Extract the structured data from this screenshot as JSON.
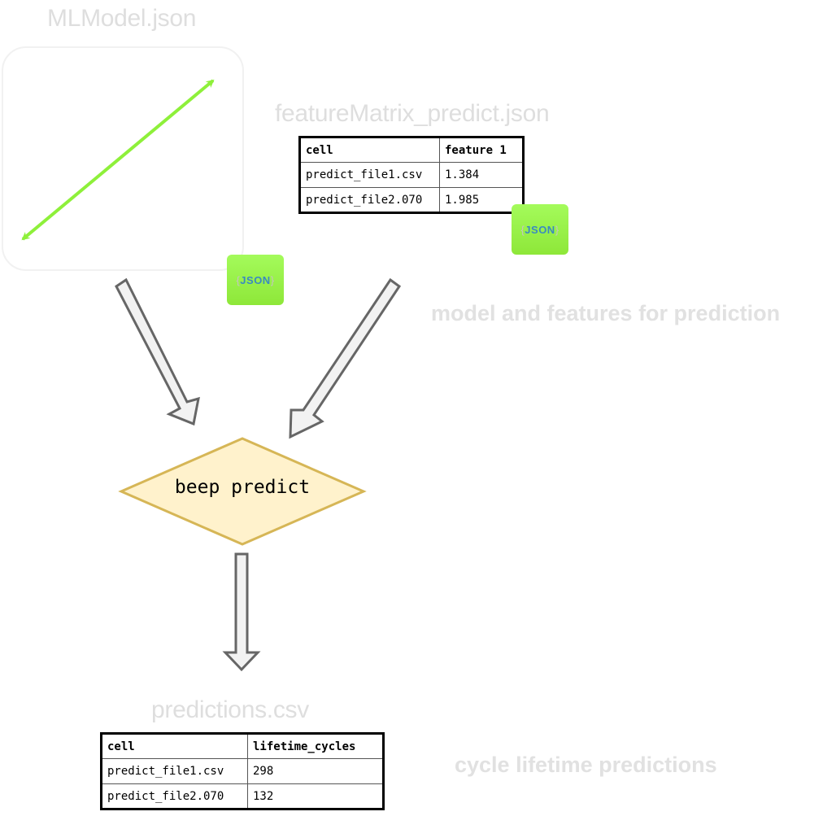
{
  "model_file": {
    "title": "MLModel.json",
    "badge": {
      "open": "{",
      "text": "JSON",
      "close": "}"
    }
  },
  "feature_file": {
    "title": "featureMatrix_predict.json",
    "headers": [
      "cell",
      "feature 1"
    ],
    "rows": [
      [
        "predict_file1.csv",
        "1.384"
      ],
      [
        "predict_file2.070",
        "1.985"
      ]
    ],
    "badge": {
      "open": "{",
      "text": "JSON",
      "close": "}"
    }
  },
  "caption_inputs": "model and features for prediction",
  "process": {
    "label": "beep predict"
  },
  "predictions_file": {
    "title": "predictions.csv",
    "headers": [
      "cell",
      "lifetime_cycles"
    ],
    "rows": [
      [
        "predict_file1.csv",
        "298"
      ],
      [
        "predict_file2.070",
        "132"
      ]
    ]
  },
  "caption_outputs": "cycle lifetime predictions",
  "colors": {
    "model_line": "#8ef03a",
    "diamond_fill": "#fff2cc",
    "diamond_stroke": "#d6b656",
    "arrow_fill": "#f2f2f2",
    "arrow_stroke": "#666666",
    "badge": "#9af24c"
  }
}
